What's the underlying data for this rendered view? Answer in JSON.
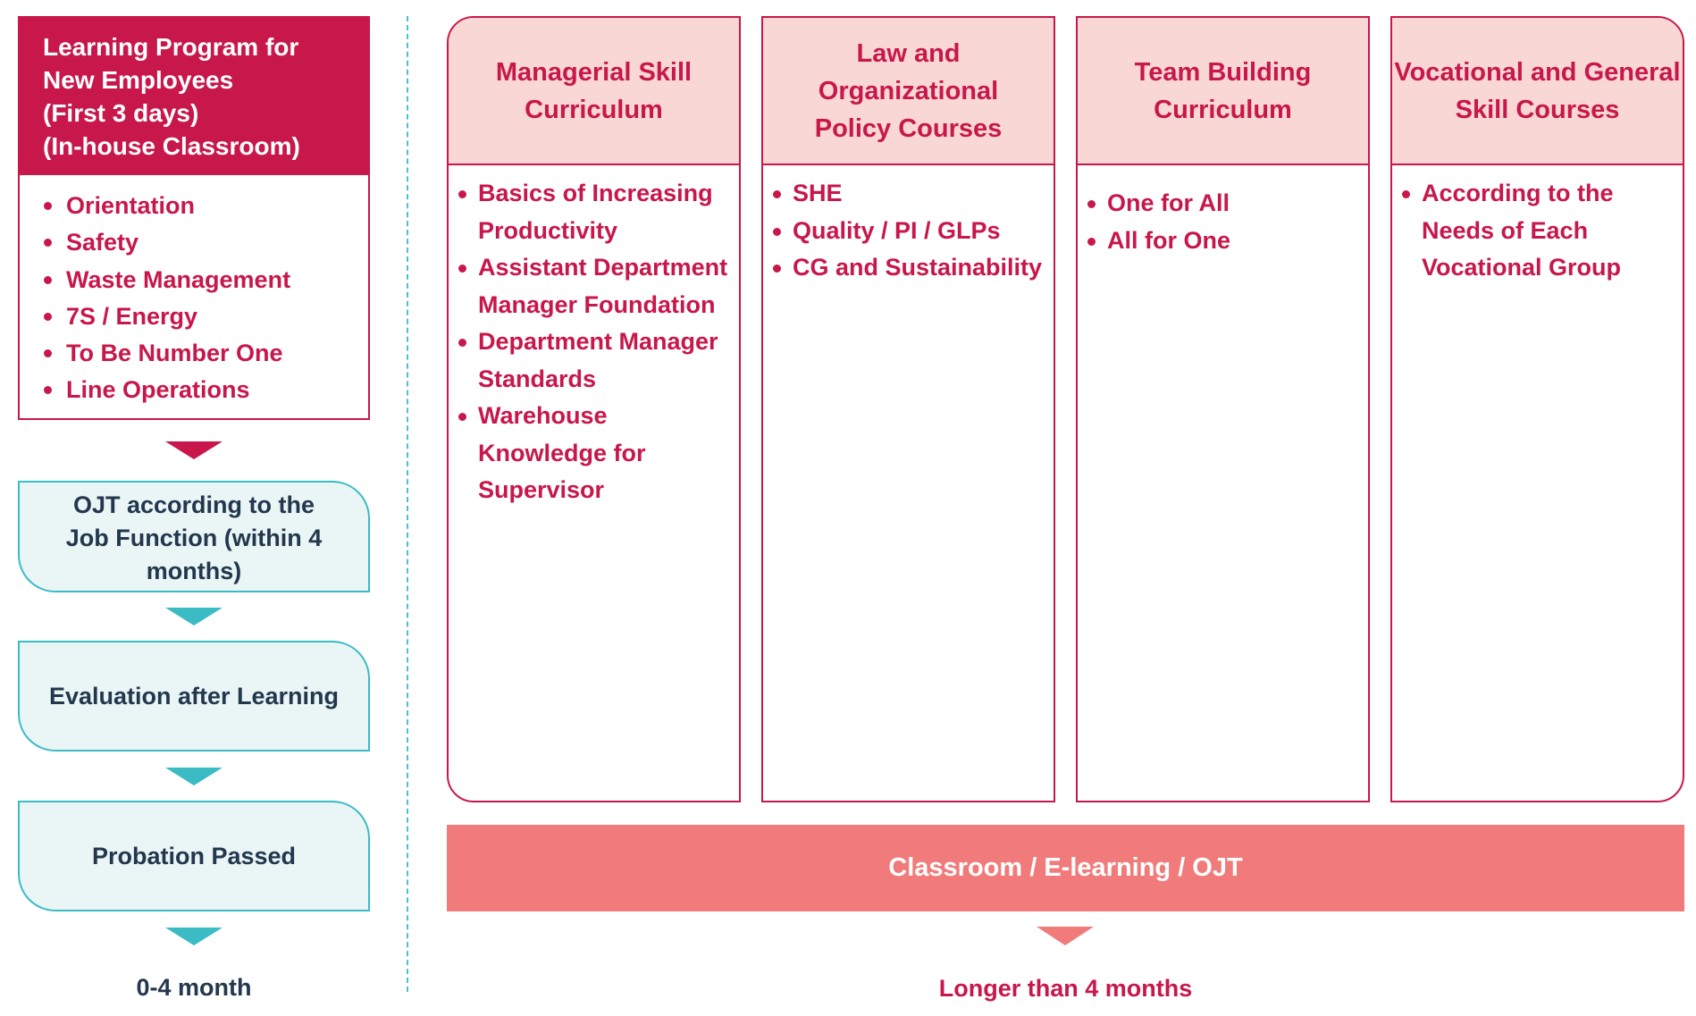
{
  "onboarding": {
    "title_lines": [
      "Learning Program for",
      "New Employees",
      "(First 3 days)",
      "(In-house Classroom)"
    ],
    "items": [
      "Orientation",
      "Safety",
      "Waste Management",
      "7S / Energy",
      "To Be Number One",
      "Line Operations"
    ]
  },
  "steps": [
    {
      "label": "OJT according to the Job Function (within 4 months)"
    },
    {
      "label": "Evaluation after Learning"
    },
    {
      "label": "Probation Passed"
    }
  ],
  "period_short": "0-4 month",
  "curricula": [
    {
      "title": "Managerial Skill Curriculum",
      "items": [
        "Basics of Increasing Productivity",
        "Assistant Department Manager Foundation",
        "Department Manager Standards",
        "Warehouse Knowledge for Supervisor"
      ]
    },
    {
      "title": "Law and Organizational Policy Courses",
      "items": [
        "SHE",
        "Quality / PI / GLPs",
        "CG and Sustainability"
      ]
    },
    {
      "title": "Team Building Curriculum",
      "items": [
        "One for All",
        "All for One"
      ]
    },
    {
      "title": "Vocational and General Skill Courses",
      "items": [
        "According to the Needs of Each Vocational Group"
      ]
    }
  ],
  "delivery_mode": "Classroom / E-learning / OJT",
  "period_long": "Longer than 4 months",
  "colors": {
    "crimson": "#c8174a",
    "header_pink": "#f9d7d4",
    "salmon_bar": "#f17b7b",
    "teal": "#3bbcc5",
    "teal_fill": "#eaf5f6",
    "navy_text": "#23374d"
  }
}
